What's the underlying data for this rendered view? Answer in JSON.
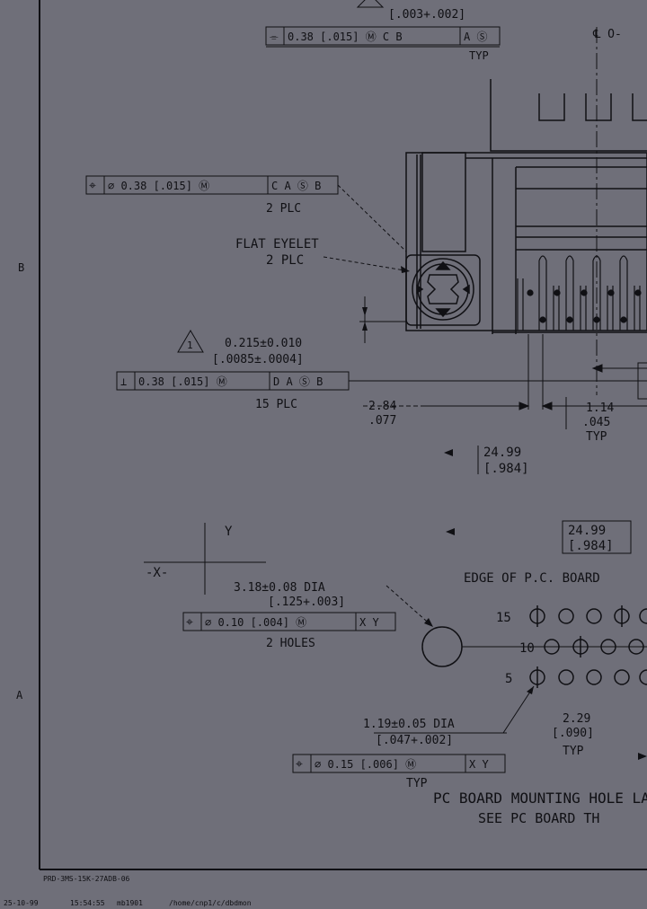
{
  "border": {
    "zone_b": "B",
    "zone_a": "A"
  },
  "top_callout": {
    "dim": "[.003+.002]",
    "fcf": [
      "0.38 [.015] Ⓜ C B",
      "A Ⓢ"
    ],
    "note": "TYP",
    "centerline": "℄ O-"
  },
  "eyelet_position": {
    "fcf": [
      "⌀ 0.38 [.015] Ⓜ",
      "C A Ⓢ B"
    ],
    "note": "2 PLC"
  },
  "flat_eyelet": {
    "line1": "FLAT EYELET",
    "line2": "2 PLC"
  },
  "flatness": {
    "revision": "1",
    "dim_mm": "0.215±0.010",
    "dim_in": "[.0085±.0004]",
    "fcf": [
      "0.38 [.015] Ⓜ",
      "D A Ⓢ B"
    ],
    "note": "15 PLC"
  },
  "pitch_dim": {
    "mm": "2.84",
    "in": ".077"
  },
  "typ_dim": {
    "mm": "1.14",
    "in": ".045",
    "note": "TYP"
  },
  "width_dim": {
    "mm": "24.99",
    "in": "[.984]"
  },
  "board_dim": {
    "mm": "24.99",
    "in": "[.984]",
    "note": "EDGE OF P.C. BOARD"
  },
  "datum_axes": {
    "y": "Y",
    "x": "-X-"
  },
  "mount_hole": {
    "line1": "3.18±0.08 DIA",
    "line2": "[.125+.003]",
    "fcf": [
      "⌀ 0.10 [.004] Ⓜ",
      "X Y"
    ],
    "note": "2 HOLES"
  },
  "pin_rows": {
    "row15": "15",
    "row10": "10",
    "row5": "5"
  },
  "pin_hole": {
    "line1": "1.19±0.05 DIA",
    "line2": "[.047+.002]",
    "fcf": [
      "⌀ 0.15 [.006] Ⓜ",
      "X Y"
    ],
    "note": "TYP"
  },
  "row_spacing": {
    "mm": "2.29",
    "in": "[.090]",
    "note": "TYP"
  },
  "layout_title": {
    "line1": "PC BOARD MOUNTING HOLE LAYOUT",
    "line2": "SEE PC BOARD TH"
  },
  "footer": {
    "ref": "PRD-3MS-15K-27ADB-06",
    "info": [
      "25-10-99",
      "15:54:55",
      "mb1901",
      "/home/cnp1/c/dbdmon"
    ]
  }
}
